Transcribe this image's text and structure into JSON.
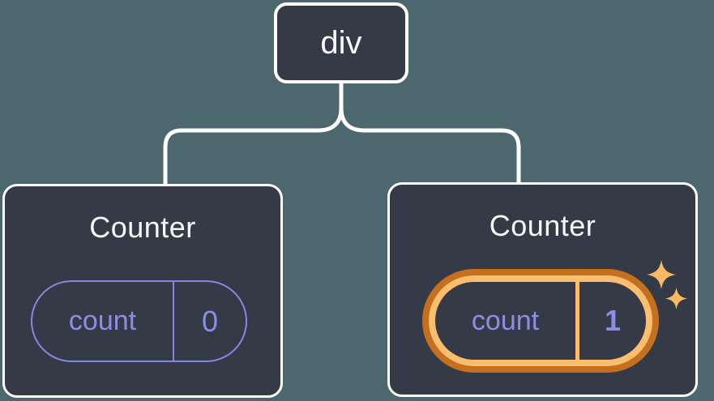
{
  "diagram": {
    "description": "Component tree: a div parent element with two Counter child components, the second one's state highlighted as new",
    "root": {
      "label": "div"
    },
    "children": [
      {
        "title": "Counter",
        "state": {
          "key": "count",
          "value": "0"
        },
        "highlighted": false
      },
      {
        "title": "Counter",
        "state": {
          "key": "count",
          "value": "1"
        },
        "highlighted": true
      }
    ]
  },
  "icons": {
    "sparkle_large": "four-point-star",
    "sparkle_small": "four-point-star"
  },
  "colors": {
    "background": "#4D676E",
    "node_fill": "#353B46",
    "node_border": "#FFFFFF",
    "connector": "#FFFFFF",
    "title_text": "#F7F8FA",
    "state_purple": "#8A8EE4",
    "pill_border_purple": "#8287E2",
    "highlight_ring_dark": "#C4701F",
    "highlight_ring_light": "#FBBD6E",
    "sparkle": "#F9BA64"
  }
}
